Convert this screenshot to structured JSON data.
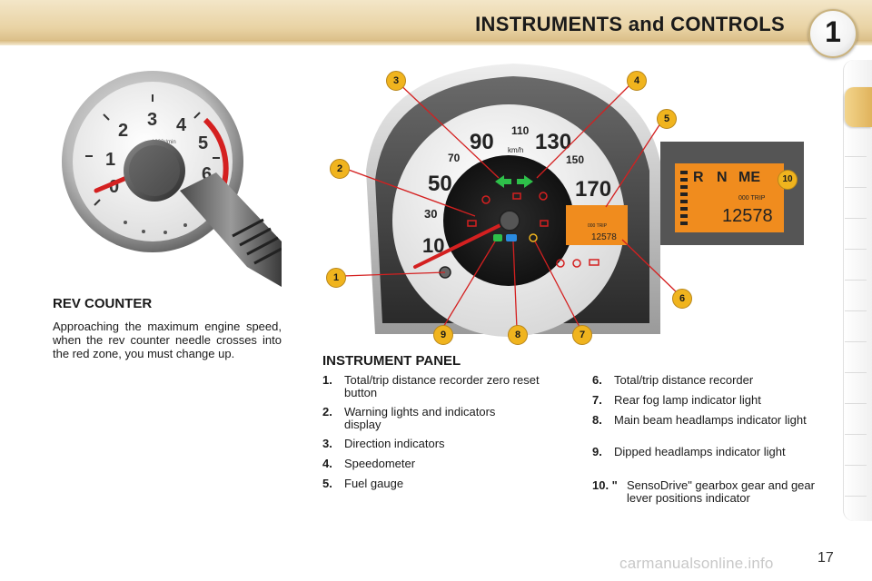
{
  "header": {
    "title": "INSTRUMENTS and CONTROLS",
    "chapter": "1"
  },
  "rev_counter": {
    "title": "REV COUNTER",
    "text": "Approaching the maximum engine speed, when the rev counter needle crosses into the red zone, you must change up.",
    "dial_numbers": [
      "0",
      "1",
      "2",
      "3",
      "4",
      "5",
      "6"
    ],
    "dial_unit": "x1000r/min"
  },
  "panel": {
    "title": "INSTRUMENT PANEL",
    "speed_labels": [
      "10",
      "30",
      "50",
      "70",
      "90",
      "110",
      "130",
      "150",
      "170"
    ],
    "speed_unit": "km/h",
    "trip_label": "000 TRIP",
    "odometer": "12578",
    "gear_letters": [
      "R",
      "N",
      "ME"
    ],
    "callouts": [
      "1",
      "2",
      "3",
      "4",
      "5",
      "6",
      "7",
      "8",
      "9",
      "10"
    ],
    "items_left": [
      {
        "num": "1.",
        "text": "Total/trip distance recorder zero reset button"
      },
      {
        "num": "2.",
        "text": "Warning lights and indicators display"
      },
      {
        "num": "3.",
        "text": "Direction indicators"
      },
      {
        "num": "4.",
        "text": "Speedometer"
      },
      {
        "num": "5.",
        "text": "Fuel gauge"
      }
    ],
    "items_right": [
      {
        "num": "6.",
        "text": "Total/trip distance recorder"
      },
      {
        "num": "7.",
        "text": "Rear fog lamp indicator light"
      },
      {
        "num": "8.",
        "text": "Main beam headlamps indicator light"
      },
      {
        "num": "9.",
        "text": "Dipped headlamps indicator light"
      },
      {
        "num": "10. \"",
        "text": "SensoDrive\" gearbox gear and gear lever positions indicator"
      }
    ]
  },
  "footer": {
    "page_number": "17",
    "watermark": "carmanualsonline.info"
  },
  "colors": {
    "header_gold": "#e9d3a4",
    "callout_orange": "#f0b41e",
    "needle_red": "#d42020",
    "lcd_orange": "#f08c1e"
  }
}
